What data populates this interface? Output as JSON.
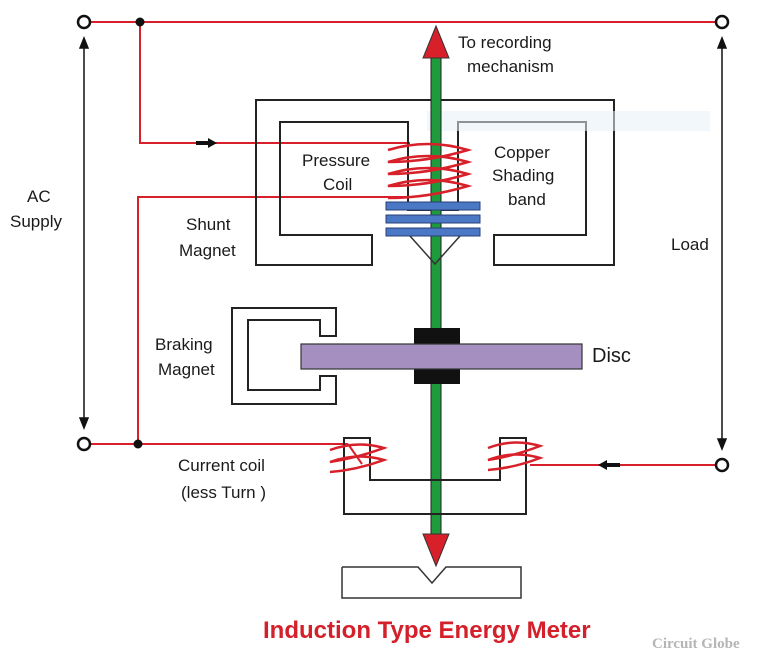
{
  "labels": {
    "to_recording": "To recording",
    "mechanism": "mechanism",
    "pressure": "Pressure",
    "coil": "Coil",
    "copper": "Copper",
    "shading": "Shading",
    "band": "band",
    "shunt": "Shunt",
    "magnet": "Magnet",
    "ac": "AC",
    "supply": "Supply",
    "load": "Load",
    "braking": "Braking",
    "braking_magnet": "Magnet",
    "disc": "Disc",
    "current_coil": "Current coil",
    "less_turn": "(less Turn )"
  },
  "title": "Induction Type Energy Meter",
  "watermark": "Circuit Globe",
  "colors": {
    "wire": "#d8202a",
    "coil": "#d8202a",
    "spindle": "#1f9a3c",
    "arrow": "#d8202a",
    "shading_band": "#4a78c4",
    "disc": "#a58fc0",
    "bearing": "#111111",
    "title": "#d3202a"
  }
}
